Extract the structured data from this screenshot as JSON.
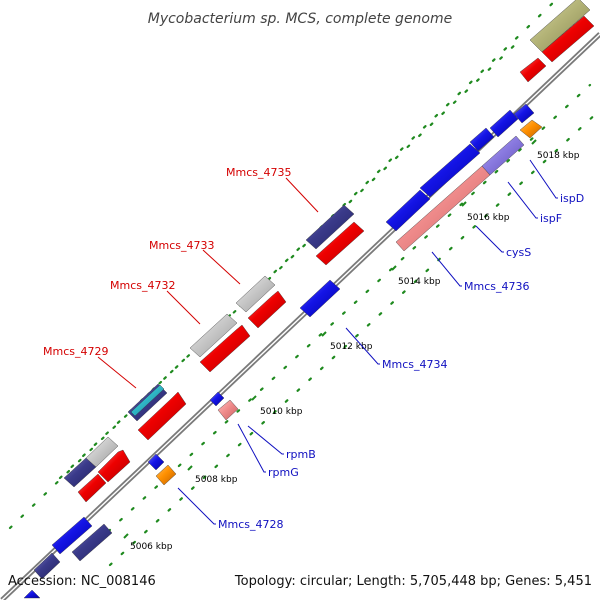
{
  "title": "Mycobacterium sp. MCS, complete genome",
  "accession": "Accession: NC_008146",
  "summary": "Topology: circular; Length: 5,705,448 bp; Genes: 5,451",
  "colors": {
    "backbone": "#8c8c8c",
    "tick_dot": "#1f8a1f",
    "label_red": "#d40000",
    "label_blue": "#1010c0",
    "gene_red": "#ee0000",
    "gene_blue": "#1414e6",
    "gene_navy": "#3a3a8a",
    "gene_gray": "#c8c8c8",
    "gene_pink": "#f08c8c",
    "gene_orange": "#ff9000",
    "gene_olive": "#b4b478",
    "gene_teal": "#30b8c8",
    "gene_lavender": "#8a7ae0"
  },
  "scale_labels": [
    "5006 kbp",
    "5008 kbp",
    "5010 kbp",
    "5012 kbp",
    "5014 kbp",
    "5016 kbp",
    "5018 kbp"
  ],
  "gene_labels": [
    {
      "text": "Mmcs_4735",
      "color": "red"
    },
    {
      "text": "Mmcs_4733",
      "color": "red"
    },
    {
      "text": "Mmcs_4732",
      "color": "red"
    },
    {
      "text": "Mmcs_4729",
      "color": "red"
    },
    {
      "text": "Mmcs_4736",
      "color": "blue"
    },
    {
      "text": "Mmcs_4734",
      "color": "blue"
    },
    {
      "text": "Mmcs_4728",
      "color": "blue"
    },
    {
      "text": "cysS",
      "color": "blue"
    },
    {
      "text": "ispF",
      "color": "blue"
    },
    {
      "text": "ispD",
      "color": "blue"
    },
    {
      "text": "rpmB",
      "color": "blue"
    },
    {
      "text": "rpmG",
      "color": "blue"
    }
  ]
}
